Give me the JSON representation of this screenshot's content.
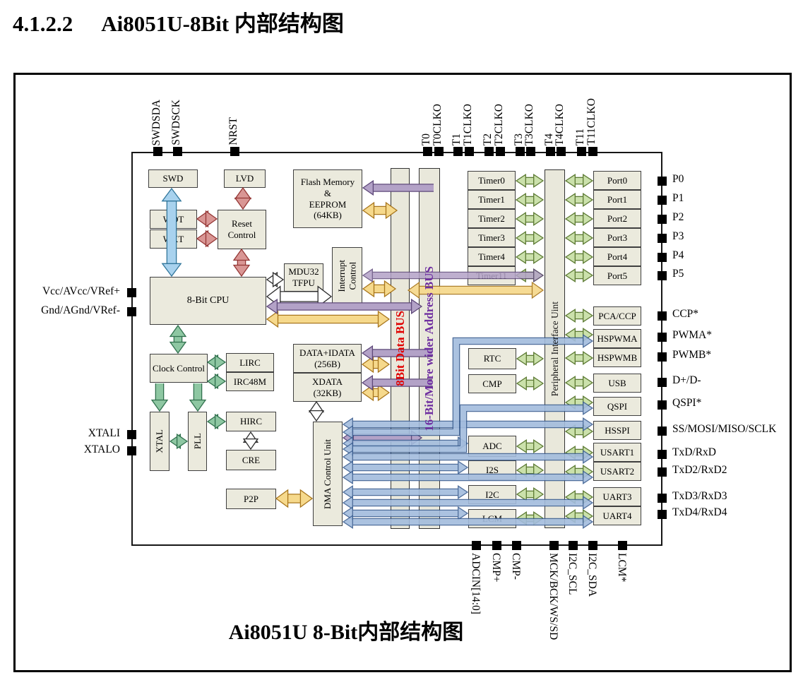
{
  "heading": {
    "number": "4.1.2.2",
    "text": "Ai8051U-8Bit 内部结构图"
  },
  "caption": "Ai8051U 8-Bit内部结构图",
  "buses": {
    "data": "8Bit Data BUS",
    "address": "16-Bit/More wider Address BUS",
    "peripheral": "Peripheral Interface Uint"
  },
  "blocks": {
    "swd": "SWD",
    "lvd": "LVD",
    "wdt": "WDT",
    "wkt": "WKT",
    "reset": "Reset\nControl",
    "cpu": "8-Bit CPU",
    "clock": "Clock Control",
    "lirc": "LIRC",
    "irc48m": "IRC48M",
    "xtal": "XTAL",
    "pll": "PLL",
    "hirc": "HIRC",
    "cre": "CRE",
    "p2p": "P2P",
    "flash": "Flash Memory\n&\nEEPROM\n(64KB)",
    "mdu32": "MDU32\nTFPU",
    "intctrl": "Interrupt\nControl",
    "dataidata": "DATA+IDATA\n(256B)",
    "xdata": "XDATA\n(32KB)",
    "dma": "DMA Control Unit",
    "timer0": "Timer0",
    "timer1": "Timer1",
    "timer2": "Timer2",
    "timer3": "Timer3",
    "timer4": "Timer4",
    "timer11": "Timer11",
    "port0": "Port0",
    "port1": "Port1",
    "port2": "Port2",
    "port3": "Port3",
    "port4": "Port4",
    "port5": "Port5",
    "rtc": "RTC",
    "cmp": "CMP",
    "adc": "ADC",
    "i2s": "I2S",
    "i2c": "I2C",
    "lcm": "LCM",
    "pca": "PCA/CCP",
    "hspwma": "HSPWMA",
    "hspwmb": "HSPWMB",
    "usb": "USB",
    "qspi": "QSPI",
    "hsspi": "HSSPI",
    "usart1": "USART1",
    "usart2": "USART2",
    "uart3": "UART3",
    "uart4": "UART4"
  },
  "pins": {
    "top": [
      "SWDSDA",
      "SWDSCK",
      "NRST",
      "T0",
      "T0CLKO",
      "T1",
      "T1CLKO",
      "T2",
      "T2CLKO",
      "T3",
      "T3CLKO",
      "T4",
      "T4CLKO",
      "T11",
      "T11CLKO"
    ],
    "left": [
      "Vcc/AVcc/VRef+",
      "Gnd/AGnd/VRef-",
      "XTALI",
      "XTALO"
    ],
    "right": [
      "P0",
      "P1",
      "P2",
      "P3",
      "P4",
      "P5",
      "CCP*",
      "PWMA*",
      "PWMB*",
      "D+/D-",
      "QSPI*",
      "SS/MOSI/MISO/SCLK",
      "TxD/RxD",
      "TxD2/RxD2",
      "TxD3/RxD3",
      "TxD4/RxD4"
    ],
    "bottom": [
      "ADCIN[14:0]",
      "CMP+",
      "CMP-",
      "MCK/BCK/WS/SD",
      "I2C_SCL",
      "I2C_SDA",
      "LCM*"
    ]
  },
  "colors": {
    "block_fill": "#ebeadd",
    "bus_data_text": "#e00000",
    "bus_address_text": "#6f2fa0",
    "arrow_red": "#d99694",
    "arrow_blue_light": "#a8d2ee",
    "arrow_green_clock": "#8ec7a2",
    "arrow_green_peripheral": "#cbe1ab",
    "arrow_purple": "#b3a2c7",
    "arrow_yellow": "#f6d98c",
    "arrow_blue_dma": "#a3bcdd",
    "pin_square": "#000000"
  }
}
